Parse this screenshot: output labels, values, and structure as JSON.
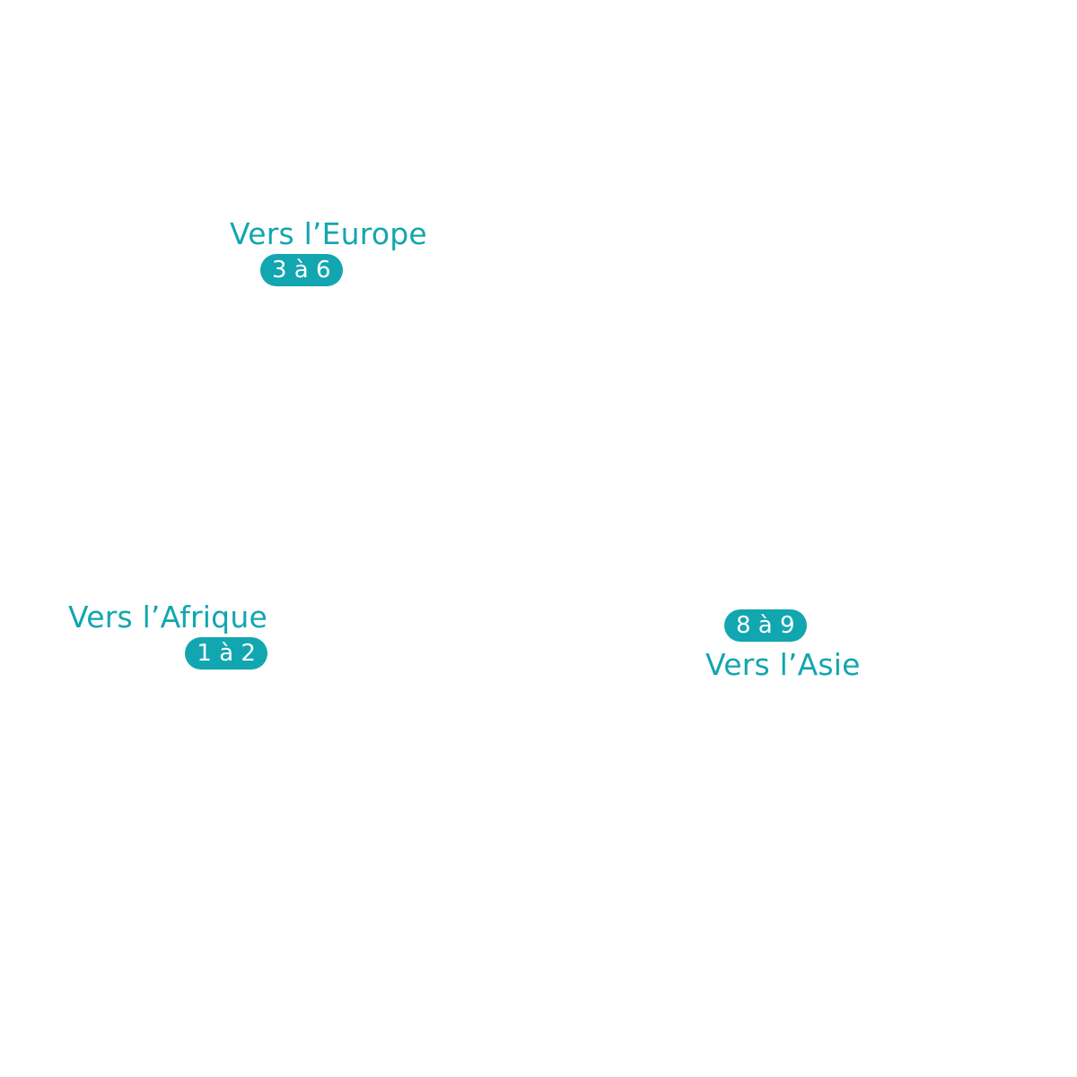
{
  "routes": {
    "europe": {
      "label": "Vers l’Europe",
      "duration": "3 à 6"
    },
    "afrique": {
      "label": "Vers l’Afrique",
      "duration": "1 à 2"
    },
    "asie": {
      "label": "Vers l’Asie",
      "duration": "8 à 9"
    }
  },
  "colors": {
    "accent": "#12a6b0",
    "badge_text": "#ffffff",
    "background": "#ffffff"
  }
}
